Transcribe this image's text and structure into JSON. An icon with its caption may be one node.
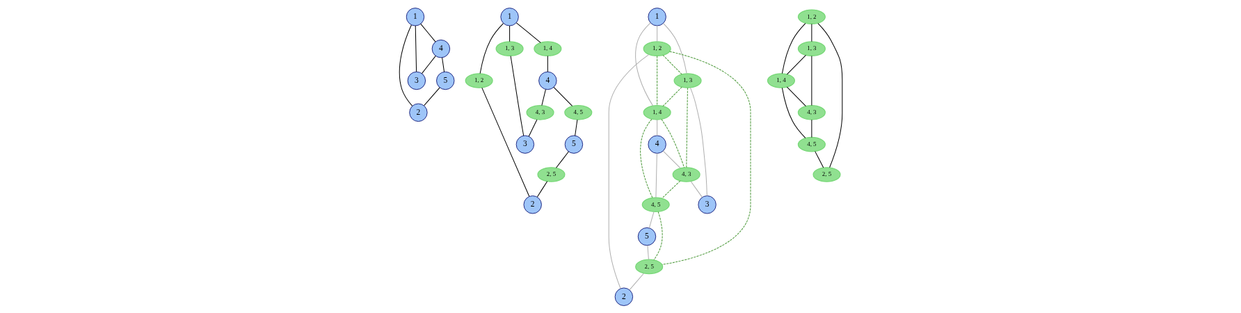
{
  "diagram": {
    "nodes": [
      {
        "text": [
          "1"
        ]
      },
      {
        "text": [
          "2"
        ]
      },
      {
        "text": [
          "3"
        ]
      },
      {
        "text": [
          "4"
        ]
      },
      {
        "text": [
          "5"
        ]
      },
      {
        "text": [
          "1"
        ]
      },
      {
        "text": [
          "2"
        ]
      },
      {
        "text": [
          "3"
        ]
      },
      {
        "text": [
          "4"
        ]
      },
      {
        "text": [
          "5"
        ]
      },
      {
        "text": [
          "1, 2"
        ]
      },
      {
        "text": [
          "1, 3"
        ]
      },
      {
        "text": [
          "1, 4"
        ]
      },
      {
        "text": [
          "4, 3"
        ]
      },
      {
        "text": [
          "2, 5"
        ]
      },
      {
        "text": [
          "4, 5"
        ]
      },
      {
        "text": [
          "1"
        ]
      },
      {
        "text": [
          "2"
        ]
      },
      {
        "text": [
          "3"
        ]
      },
      {
        "text": [
          "4"
        ]
      },
      {
        "text": [
          "5"
        ]
      },
      {
        "text": [
          "1, 2"
        ]
      },
      {
        "text": [
          "1, 3"
        ]
      },
      {
        "text": [
          "1, 4"
        ]
      },
      {
        "text": [
          "4, 3"
        ]
      },
      {
        "text": [
          "2, 5"
        ]
      },
      {
        "text": [
          "4, 5"
        ]
      },
      {
        "text": [
          "1, 2"
        ]
      },
      {
        "text": [
          "1, 3"
        ]
      },
      {
        "text": [
          "1, 4"
        ]
      },
      {
        "text": [
          "4, 3"
        ]
      },
      {
        "text": [
          "2, 5"
        ]
      },
      {
        "text": [
          "4, 5"
        ]
      }
    ],
    "edges": [
      {
        "from": 0,
        "to": 1,
        "arrow": "none"
      },
      {
        "from": 0,
        "to": 2,
        "arrow": "none"
      },
      {
        "from": 0,
        "to": 3,
        "arrow": "none"
      },
      {
        "from": 3,
        "to": 2,
        "arrow": "none"
      },
      {
        "from": 3,
        "to": 4,
        "arrow": "none"
      },
      {
        "from": 4,
        "to": 1,
        "arrow": "none"
      },
      {
        "from": 5,
        "to": 10,
        "arrow": "none"
      },
      {
        "from": 10,
        "to": 6,
        "arrow": "none"
      },
      {
        "from": 5,
        "to": 11,
        "arrow": "none"
      },
      {
        "from": 11,
        "to": 7,
        "arrow": "none"
      },
      {
        "from": 5,
        "to": 12,
        "arrow": "none"
      },
      {
        "from": 12,
        "to": 8,
        "arrow": "none"
      },
      {
        "from": 8,
        "to": 13,
        "arrow": "none"
      },
      {
        "from": 13,
        "to": 7,
        "arrow": "none"
      },
      {
        "from": 9,
        "to": 14,
        "arrow": "none"
      },
      {
        "from": 14,
        "to": 6,
        "arrow": "none"
      },
      {
        "from": 8,
        "to": 15,
        "arrow": "none"
      },
      {
        "from": 15,
        "to": 9,
        "arrow": "none"
      },
      {
        "from": 16,
        "to": 21,
        "arrow": "none",
        "color": "#b0b0b0"
      },
      {
        "from": 21,
        "to": 17,
        "arrow": "none",
        "color": "#b0b0b0"
      },
      {
        "from": 16,
        "to": 22,
        "arrow": "none",
        "color": "#b0b0b0"
      },
      {
        "from": 22,
        "to": 18,
        "arrow": "none",
        "color": "#b0b0b0"
      },
      {
        "from": 16,
        "to": 23,
        "arrow": "none",
        "color": "#b0b0b0"
      },
      {
        "from": 23,
        "to": 19,
        "arrow": "none",
        "color": "#b0b0b0"
      },
      {
        "from": 19,
        "to": 24,
        "arrow": "none",
        "color": "#b0b0b0"
      },
      {
        "from": 24,
        "to": 18,
        "arrow": "none",
        "color": "#b0b0b0"
      },
      {
        "from": 20,
        "to": 25,
        "arrow": "none",
        "color": "#b0b0b0"
      },
      {
        "from": 25,
        "to": 17,
        "arrow": "none",
        "color": "#b0b0b0"
      },
      {
        "from": 19,
        "to": 26,
        "arrow": "none",
        "color": "#b0b0b0"
      },
      {
        "from": 26,
        "to": 20,
        "arrow": "none",
        "color": "#b0b0b0"
      },
      {
        "from": 21,
        "to": 23,
        "arrow": "none",
        "style": "dashed",
        "color": "#4e9a3c"
      },
      {
        "from": 21,
        "to": 22,
        "arrow": "none",
        "style": "dashed",
        "color": "#4e9a3c"
      },
      {
        "from": 22,
        "to": 23,
        "arrow": "none",
        "style": "dashed",
        "color": "#4e9a3c"
      },
      {
        "from": 21,
        "to": 25,
        "arrow": "none",
        "style": "dashed",
        "color": "#4e9a3c"
      },
      {
        "from": 22,
        "to": 24,
        "arrow": "none",
        "style": "dashed",
        "color": "#4e9a3c"
      },
      {
        "from": 23,
        "to": 24,
        "arrow": "none",
        "style": "dashed",
        "color": "#4e9a3c"
      },
      {
        "from": 23,
        "to": 26,
        "arrow": "none",
        "style": "dashed",
        "color": "#4e9a3c"
      },
      {
        "from": 24,
        "to": 26,
        "arrow": "none",
        "style": "dashed",
        "color": "#4e9a3c"
      },
      {
        "from": 26,
        "to": 25,
        "arrow": "none",
        "style": "dashed",
        "color": "#4e9a3c"
      },
      {
        "from": 27,
        "to": 29,
        "arrow": "none"
      },
      {
        "from": 27,
        "to": 28,
        "arrow": "none"
      },
      {
        "from": 28,
        "to": 29,
        "arrow": "none"
      },
      {
        "from": 27,
        "to": 31,
        "arrow": "none"
      },
      {
        "from": 28,
        "to": 30,
        "arrow": "none"
      },
      {
        "from": 29,
        "to": 30,
        "arrow": "none"
      },
      {
        "from": 29,
        "to": 32,
        "arrow": "none"
      },
      {
        "from": 30,
        "to": 32,
        "arrow": "none"
      },
      {
        "from": 32,
        "to": 31,
        "arrow": "none"
      }
    ]
  }
}
